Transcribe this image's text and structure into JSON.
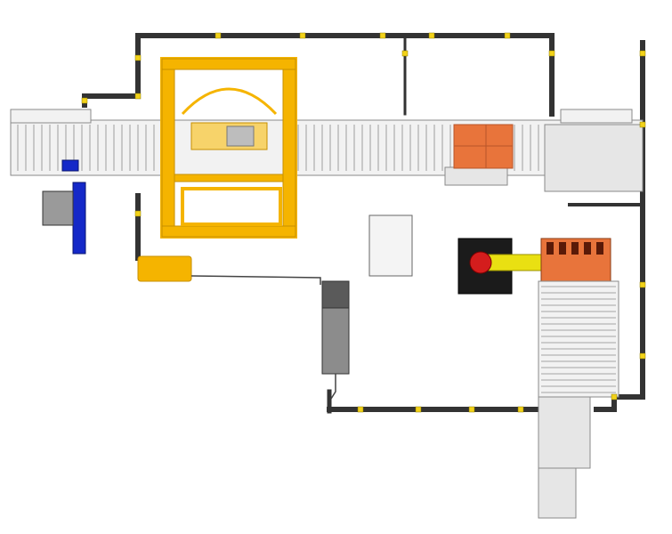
{
  "drawing": {
    "type": "top-view layout",
    "labels": []
  },
  "colors": {
    "background": "#ffffff",
    "fence_post": "#333333",
    "fence_mesh": "#555555",
    "conveyor_fill": "#f2f2f2",
    "conveyor_stroke": "#8a8a8a",
    "wrapper_yellow": "#f5b400",
    "wrapper_yellow_dark": "#c78f00",
    "robot_yellow": "#e9e012",
    "robot_dark": "#1b1b1b",
    "robot_red": "#d41d1d",
    "boxes_orange": "#e8743b",
    "blue_unit": "#1428c8",
    "control_cabinet": "#8c8c8c",
    "control_cabinet_dark": "#5a5a5a",
    "hpu_yellow": "#f5b400",
    "marker_yellow": "#f2d21a"
  },
  "icons": {
    "fence": "safety-fence",
    "conveyor": "roller-conveyor",
    "wrapper": "stretch-wrapper-frame",
    "robot": "palletizing-robot",
    "cabinet": "control-cabinet",
    "panel": "operator-panel",
    "boxes": "product-cases",
    "hydraulic": "hydraulic-power-unit",
    "blue": "drive-unit"
  }
}
